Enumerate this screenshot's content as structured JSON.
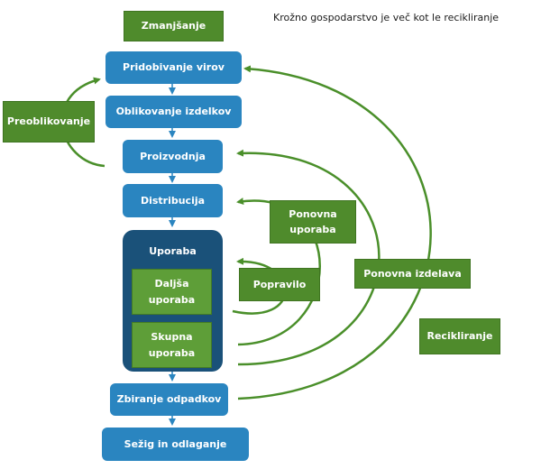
{
  "heading": "Krožno gospodarstvo je več kot le recikliranje",
  "chain": {
    "zmanjsanje": "Zmanjšanje",
    "pridobivanje": "Pridobivanje virov",
    "oblikovanje": "Oblikovanje izdelkov",
    "proizvodnja": "Proizvodnja",
    "distribucija": "Distribucija",
    "uporaba": "Uporaba",
    "daljsa": "Daljša uporaba",
    "skupna": "Skupna uporaba",
    "zbiranje": "Zbiranje odpadkov",
    "sezig": "Sežig in odlaganje"
  },
  "loops": {
    "preoblikovanje": "Preoblikovanje",
    "ponovna_uporaba": "Ponovna uporaba",
    "popravilo": "Popravilo",
    "ponovna_izdelava": "Ponovna izdelava",
    "recikliranje": "Recikliranje"
  },
  "colors": {
    "blue": "#2a85c0",
    "navy": "#1a5179",
    "green": "#4f8b2c",
    "arrow": "#4a8f2a"
  }
}
